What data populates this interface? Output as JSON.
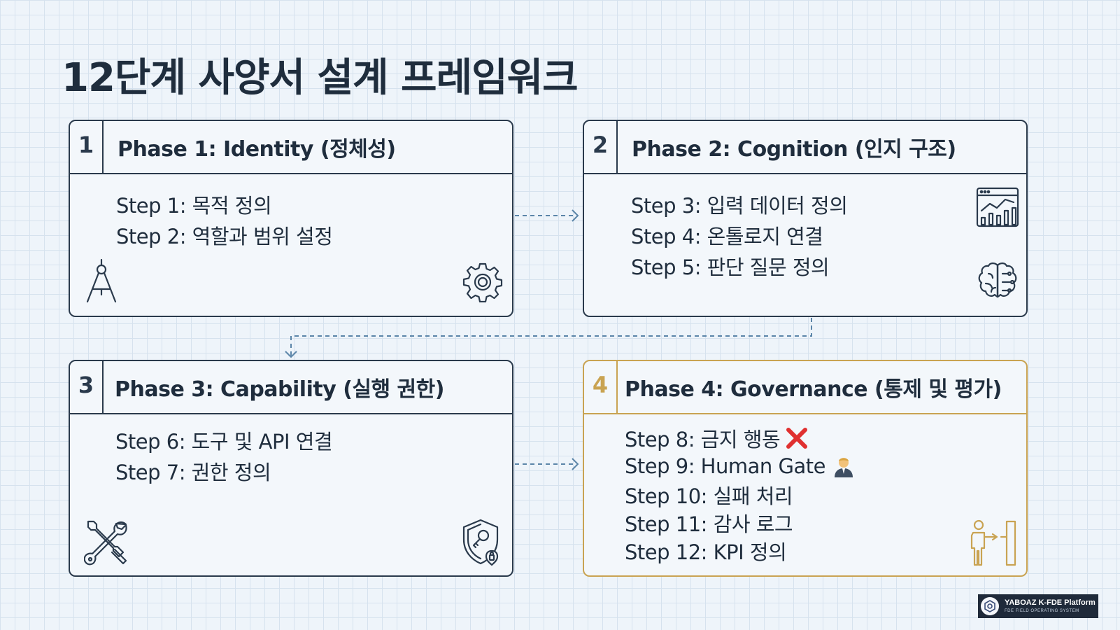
{
  "title": "12단계 사양서 설계 프레임워크",
  "colors": {
    "default_border": "#2a3a4c",
    "accent_gold": "#c9a352",
    "x_mark": "#e03030"
  },
  "phases": [
    {
      "number": "1",
      "title": "Phase 1: Identity (정체성)",
      "steps": [
        "Step 1: 목적 정의",
        "Step 2: 역할과 범위 설정"
      ],
      "icons": [
        "drafting-compass-icon",
        "gear-icon"
      ]
    },
    {
      "number": "2",
      "title": "Phase 2: Cognition (인지 구조)",
      "steps": [
        "Step 3: 입력 데이터 정의",
        "Step 4: 온톨로지 연결",
        "Step 5: 판단 질문 정의"
      ],
      "icons": [
        "analytics-chart-icon",
        "brain-circuit-icon"
      ]
    },
    {
      "number": "3",
      "title": "Phase 3: Capability (실행 권한)",
      "steps": [
        "Step 6: 도구 및 API 연결",
        "Step 7: 권한 정의"
      ],
      "icons": [
        "tools-icon",
        "shield-key-icon"
      ]
    },
    {
      "number": "4",
      "title": "Phase 4: Governance (통제 및 평가)",
      "steps": [
        "Step 8: 금지 행동",
        "Step 9: Human Gate",
        "Step 10: 실패 처리",
        "Step 11: 감사 로그",
        "Step 12: KPI 정의"
      ],
      "icons": [
        "x-mark-icon",
        "person-icon",
        "person-at-gate-icon"
      ]
    }
  ],
  "badge": {
    "name": "YABOAZ K-FDE Platform",
    "subtitle": "FDE FIELD OPERATING SYSTEM"
  }
}
